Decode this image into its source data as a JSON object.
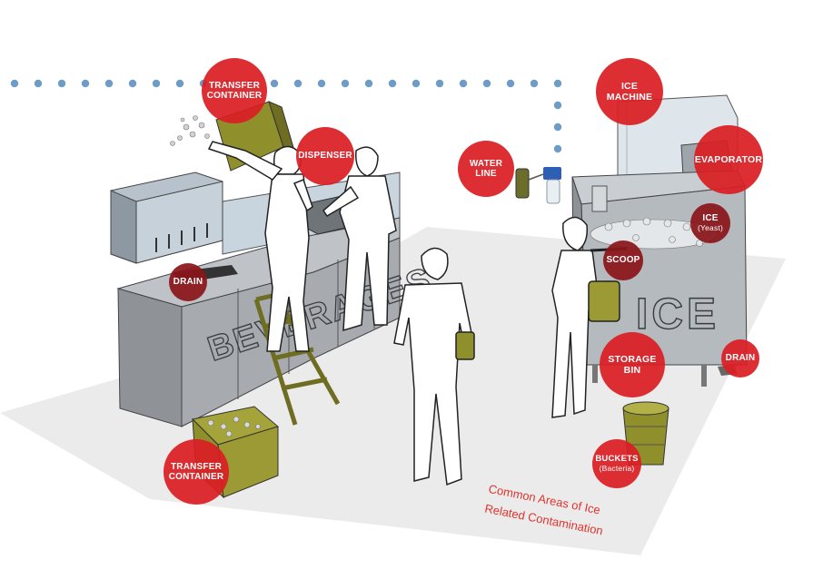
{
  "markers": {
    "transfer_container_top": {
      "line1": "TRANSFER",
      "line2": "CONTAINER"
    },
    "dispenser": {
      "line1": "DISPENSER"
    },
    "drain_left": {
      "line1": "DRAIN"
    },
    "transfer_container_bottom": {
      "line1": "TRANSFER",
      "line2": "CONTAINER"
    },
    "ice_machine": {
      "line1": "ICE",
      "line2": "MACHINE"
    },
    "water_line": {
      "line1": "WATER",
      "line2": "LINE"
    },
    "evaporator": {
      "line1": "EVAPORATOR"
    },
    "ice": {
      "line1": "ICE",
      "sub": "(Yeast)"
    },
    "scoop": {
      "line1": "SCOOP"
    },
    "storage_bin": {
      "line1": "STORAGE",
      "line2": "BIN"
    },
    "drain_right": {
      "line1": "DRAIN"
    },
    "buckets": {
      "line1": "BUCKETS",
      "sub": "(Bacteria)"
    }
  },
  "signage": {
    "beverages": "BEVERAGES",
    "ice_front": "ICE"
  },
  "caption": {
    "line1": "Common Areas of Ice",
    "line2": "Related Contamination"
  },
  "colors": {
    "marker_red": "#d91e24",
    "marker_dark": "#8a161a",
    "dotted_line": "#6e9cc6",
    "equipment": "#9a9ea3",
    "olive": "#9b9a35",
    "caption": "#e0342e"
  }
}
